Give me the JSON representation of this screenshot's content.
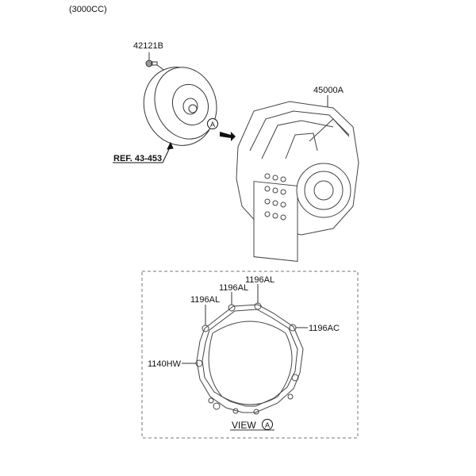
{
  "header": {
    "engine_spec": "(3000CC)"
  },
  "parts": {
    "bolt": "42121B",
    "torque_converter_ref": "REF. 43-453",
    "transaxle_assembly": "45000A"
  },
  "view_marker": {
    "letter": "A"
  },
  "detail_view": {
    "title": "VIEW",
    "letter": "A",
    "callouts": [
      {
        "code": "1196AL"
      },
      {
        "code": "1196AL"
      },
      {
        "code": "1196AL"
      },
      {
        "code": "1196AC"
      },
      {
        "code": "1140HW"
      }
    ]
  },
  "colors": {
    "line": "#333333",
    "dash": "#777777",
    "background": "#ffffff"
  }
}
